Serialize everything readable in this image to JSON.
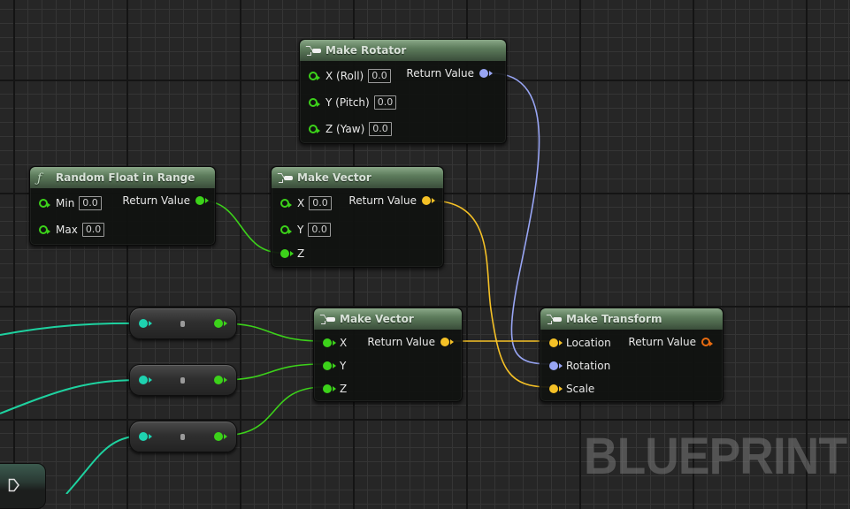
{
  "colors": {
    "float_pin": "#3cd21a",
    "vector_pin": "#f5c126",
    "rotator_pin": "#98a5f4",
    "transform_pin": "#e86b10",
    "wildcard_pin": "#1ed2b0"
  },
  "nodes": {
    "make_rotator": {
      "title": "Make Rotator",
      "icon": "pure-function-icon",
      "inputs": [
        {
          "label": "X (Roll)",
          "value": "0.0"
        },
        {
          "label": "Y (Pitch)",
          "value": "0.0"
        },
        {
          "label": "Z (Yaw)",
          "value": "0.0"
        }
      ],
      "output": "Return Value"
    },
    "random_float": {
      "title": "Random Float in Range",
      "icon": "function-icon",
      "inputs": [
        {
          "label": "Min",
          "value": "0.0"
        },
        {
          "label": "Max",
          "value": "0.0"
        }
      ],
      "output": "Return Value"
    },
    "make_vector_top": {
      "title": "Make Vector",
      "icon": "pure-function-icon",
      "inputs": [
        {
          "label": "X",
          "value": "0.0"
        },
        {
          "label": "Y",
          "value": "0.0"
        },
        {
          "label": "Z",
          "value": ""
        }
      ],
      "output": "Return Value"
    },
    "make_vector_bottom": {
      "title": "Make Vector",
      "icon": "pure-function-icon",
      "inputs": [
        {
          "label": "X"
        },
        {
          "label": "Y"
        },
        {
          "label": "Z"
        }
      ],
      "output": "Return Value"
    },
    "make_transform": {
      "title": "Make Transform",
      "icon": "pure-function-icon",
      "inputs": [
        {
          "label": "Location"
        },
        {
          "label": "Rotation"
        },
        {
          "label": "Scale"
        }
      ],
      "output": "Return Value"
    }
  },
  "reroute_nodes": 3,
  "watermark": "BLUEPRINT"
}
